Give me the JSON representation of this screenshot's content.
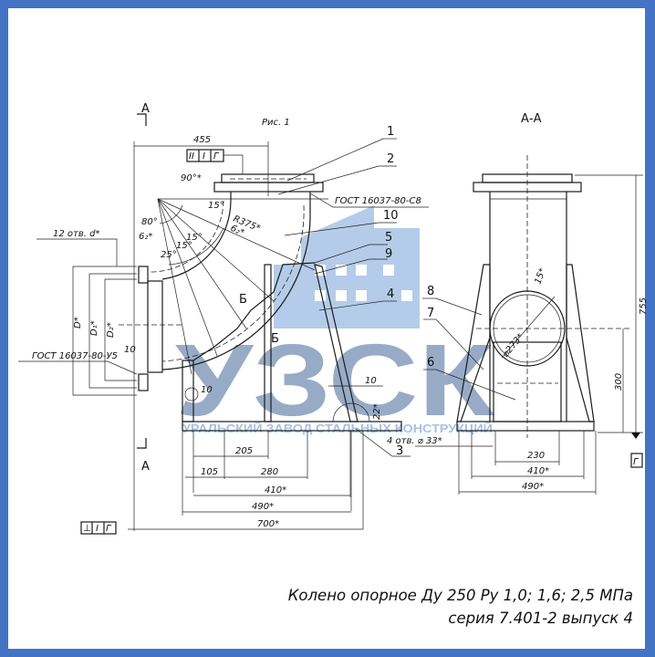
{
  "caption": {
    "line1": "Колено опорное Ду 250 Ру 1,0; 1,6; 2,5 МПа",
    "line2": "серия 7.401-2 выпуск 4"
  },
  "watermark": {
    "logo": "УЗСК",
    "company": "УРАЛЬСКИЙ ЗАВОД СТАЛЬНЫХ КОНСТРУКЦИЙ"
  },
  "colors": {
    "frame": "#4472C4",
    "watermark_light": "#9cbbe6",
    "watermark_dark": "#7f97b8"
  },
  "drawing": {
    "section_mark": "А",
    "figure_label": "Рис. 1",
    "section_title": "А-А",
    "tolerance_top": [
      "II",
      "I",
      "Г"
    ],
    "tolerance_bottom": [
      "⊥",
      "I",
      "Г"
    ],
    "datum": "Г",
    "gost_top": "ГОСТ 16037-80-С8",
    "gost_left": "ГОСТ 16037-80-У5",
    "holes_flange": "12 отв. d*",
    "holes_base": "4 отв. ⌀ 33*",
    "section_b": "Б",
    "parts": [
      "1",
      "2",
      "3",
      "4",
      "5",
      "6",
      "7",
      "8",
      "9",
      "10"
    ],
    "angles": [
      "90°*",
      "80°",
      "15°",
      "25°",
      "15°",
      "15°"
    ],
    "radius": "R375*",
    "diameters": [
      "D*",
      "D₁*",
      "D₂*"
    ],
    "dims": {
      "d455": "455",
      "d6": "6₂*",
      "d10a": "10",
      "d10b": "10",
      "d10c": "10",
      "d22": "22*",
      "d205": "205",
      "d105": "105",
      "d280": "280",
      "d410": "410*",
      "d490": "490*",
      "d700": "700*",
      "d755": "755",
      "d300": "300",
      "d230": "230",
      "d410r": "410*",
      "d490r": "490*",
      "d273": "⌀273*",
      "d15": "15*"
    }
  }
}
